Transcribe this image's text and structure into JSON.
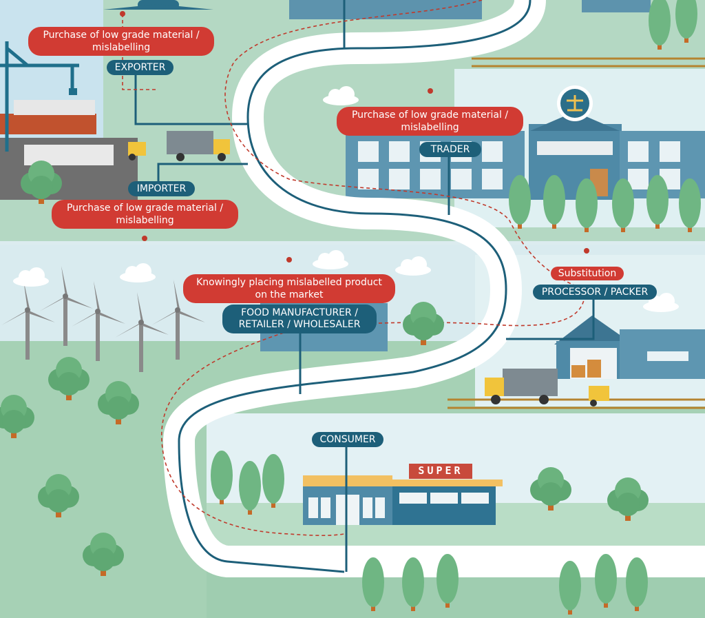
{
  "actors": {
    "exporter": "EXPORTER",
    "importer": "IMPORTER",
    "trader": "TRADER",
    "processor": "PROCESSOR / PACKER",
    "manufacturer_line1": "FOOD MANUFACTURER /",
    "manufacturer_line2": "RETAILER / WHOLESALER",
    "consumer": "CONSUMER"
  },
  "risks": {
    "exporter_line1": "Purchase of low grade material /",
    "exporter_line2": "mislabelling",
    "trader_line1": "Purchase of low grade material /",
    "trader_line2": "mislabelling",
    "importer_line1": "Purchase of low grade material /",
    "importer_line2": "mislabelling",
    "processor": "Substitution",
    "manufacturer_line1": "Knowingly placing mislabelled product",
    "manufacturer_line2": "on the market"
  },
  "shop_sign": "SUPER",
  "colors": {
    "road": "#ffffff",
    "route_line": "#1d5f79",
    "risk_path": "#c0392b",
    "risk_badge": "#d13b33",
    "actor_badge": "#1d5f79",
    "grass": "#a9d3b6",
    "tree": "#5fa873",
    "trunk": "#c56a27"
  }
}
